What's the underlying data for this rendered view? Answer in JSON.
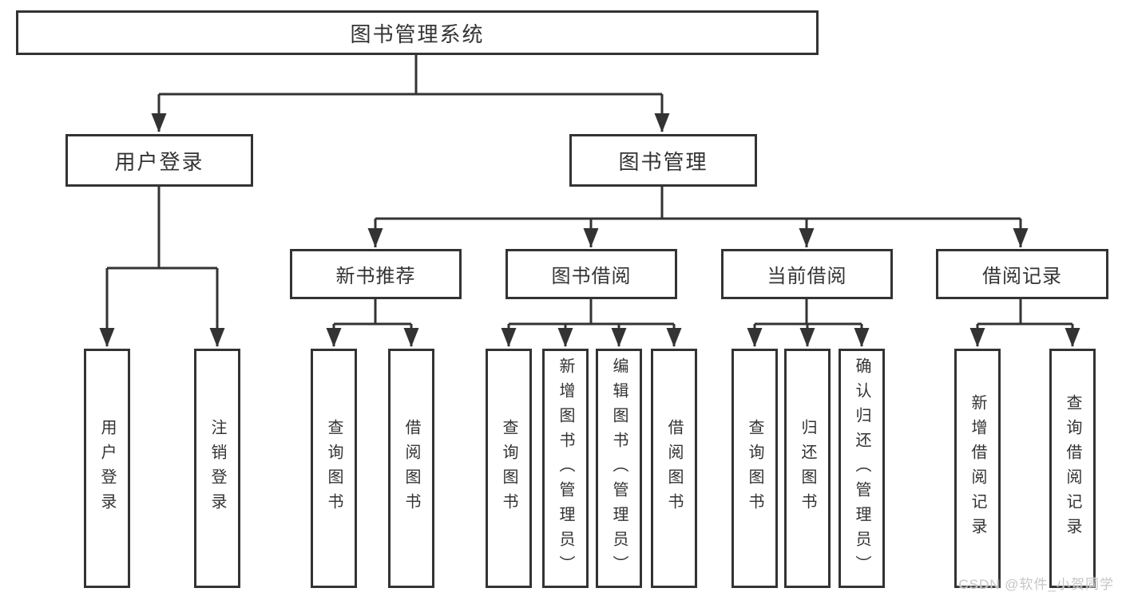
{
  "title": "图书管理系统",
  "watermark": "CSDN @软件_小贺同学",
  "colors": {
    "background": "#ffffff",
    "box_background": "#ffffff",
    "line": "#333333",
    "text": "#333333",
    "watermark": "#c6c6c6"
  },
  "tree": {
    "root": {
      "label": "图书管理系统"
    },
    "branches": [
      {
        "label": "用户登录",
        "children": [
          {
            "label": "用户登录"
          },
          {
            "label": "注销登录"
          }
        ]
      },
      {
        "label": "图书管理",
        "children": [
          {
            "label": "新书推荐",
            "children": [
              {
                "label": "查询图书"
              },
              {
                "label": "借阅图书"
              }
            ]
          },
          {
            "label": "图书借阅",
            "children": [
              {
                "label": "查询图书"
              },
              {
                "label": "新增图书（管理员）"
              },
              {
                "label": "编辑图书（管理员）"
              },
              {
                "label": "借阅图书"
              }
            ]
          },
          {
            "label": "当前借阅",
            "children": [
              {
                "label": "查询图书"
              },
              {
                "label": "归还图书"
              },
              {
                "label": "确认归还（管理员）"
              }
            ]
          },
          {
            "label": "借阅记录",
            "children": [
              {
                "label": "新增借阅记录"
              },
              {
                "label": "查询借阅记录"
              }
            ]
          }
        ]
      }
    ]
  }
}
